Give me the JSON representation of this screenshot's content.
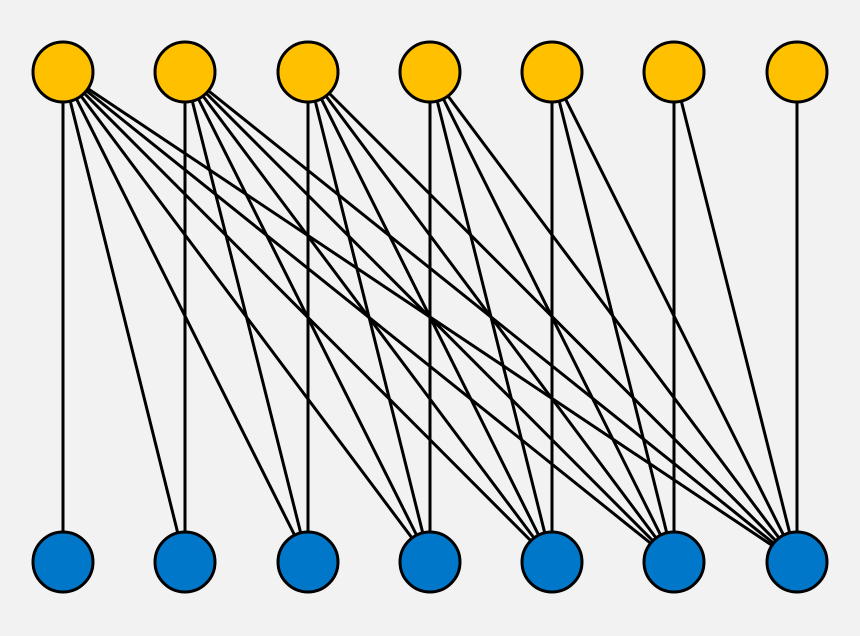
{
  "graph": {
    "type": "bipartite",
    "colors": {
      "background": "#f2f2f2",
      "top_node_fill": "#ffc000",
      "bottom_node_fill": "#0077c8",
      "edge": "#000000",
      "node_outline": "#000000"
    },
    "top_nodes": [
      {
        "id": "u1"
      },
      {
        "id": "u2"
      },
      {
        "id": "u3"
      },
      {
        "id": "u4"
      },
      {
        "id": "u5"
      },
      {
        "id": "u6"
      },
      {
        "id": "u7"
      }
    ],
    "bottom_nodes": [
      {
        "id": "v1"
      },
      {
        "id": "v2"
      },
      {
        "id": "v3"
      },
      {
        "id": "v4"
      },
      {
        "id": "v5"
      },
      {
        "id": "v6"
      },
      {
        "id": "v7"
      }
    ],
    "edges": [
      [
        "u1",
        "v1"
      ],
      [
        "u1",
        "v2"
      ],
      [
        "u1",
        "v3"
      ],
      [
        "u1",
        "v4"
      ],
      [
        "u1",
        "v5"
      ],
      [
        "u1",
        "v6"
      ],
      [
        "u1",
        "v7"
      ],
      [
        "u2",
        "v2"
      ],
      [
        "u2",
        "v3"
      ],
      [
        "u2",
        "v4"
      ],
      [
        "u2",
        "v5"
      ],
      [
        "u2",
        "v6"
      ],
      [
        "u2",
        "v7"
      ],
      [
        "u3",
        "v3"
      ],
      [
        "u3",
        "v4"
      ],
      [
        "u3",
        "v5"
      ],
      [
        "u3",
        "v6"
      ],
      [
        "u3",
        "v7"
      ],
      [
        "u4",
        "v4"
      ],
      [
        "u4",
        "v5"
      ],
      [
        "u4",
        "v6"
      ],
      [
        "u4",
        "v7"
      ],
      [
        "u5",
        "v5"
      ],
      [
        "u5",
        "v6"
      ],
      [
        "u5",
        "v7"
      ],
      [
        "u6",
        "v6"
      ],
      [
        "u6",
        "v7"
      ],
      [
        "u7",
        "v7"
      ]
    ]
  }
}
